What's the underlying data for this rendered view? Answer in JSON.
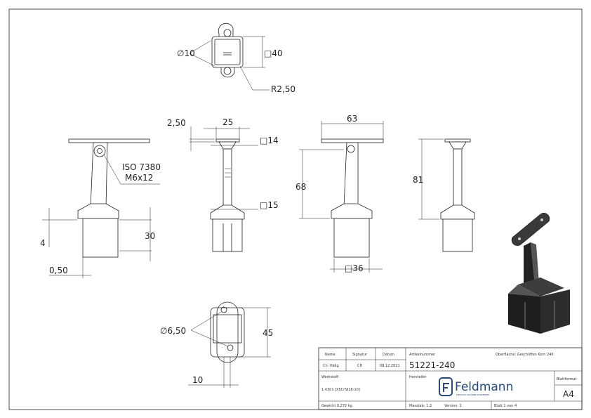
{
  "dimensions": {
    "top_hole_dia": "∅10",
    "top_square": "□40",
    "top_radius": "R2,50",
    "plate_thickness": "2,50",
    "plate_width_side": "25",
    "square_14": "□14",
    "square_15": "□15",
    "screw_line1": "ISO 7380",
    "screw_line2": "M6x12",
    "flange_4": "4",
    "base_30": "30",
    "offset_050": "0,50",
    "plate_length": "63",
    "height_68": "68",
    "height_81": "81",
    "base_square": "□36",
    "bottom_hole_dia": "∅6,50",
    "bottom_45": "45",
    "bottom_10": "10"
  },
  "title_block": {
    "name_label": "Name",
    "signature_label": "Signatur",
    "date_label": "Datum",
    "name_value": "Ch. Hälig",
    "signature_value": "CH",
    "date_value": "08.12.2021",
    "article_label": "Artikelnummer",
    "article_number": "51221-240",
    "surface": "Oberfläche:  Geschliffen Korn 240",
    "material_label": "Werkstoff:",
    "material_value": "1.4301 [X5CrNi18-10]",
    "manufacturer_label": "Hersteller",
    "logo_text": "Feldmann",
    "logo_tagline": "EDELSTAHL GELÄNDER SCHMIEDEREI",
    "sheet_format_label": "Blattformat",
    "sheet_format_value": "A4",
    "weight": "Gewicht 0.272 kg",
    "scale": "Masstab: 1:2",
    "version": "Version: 1",
    "sheet": "Blatt 1 von 4"
  },
  "colors": {
    "line": "#222222",
    "logo": "#2a4a7a",
    "iso_dark": "#2b2b2b"
  }
}
